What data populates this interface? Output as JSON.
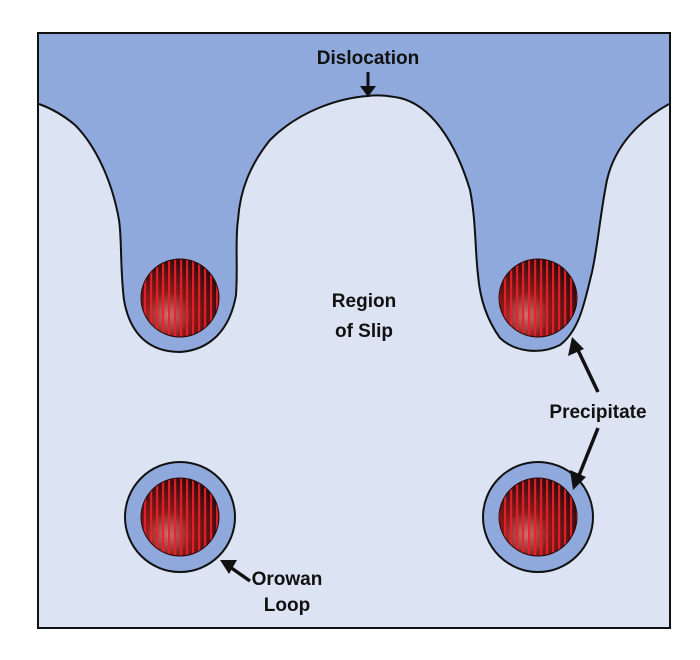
{
  "labels": {
    "dislocation": "Dislocation",
    "region_line1": "Region",
    "region_line2": "of Slip",
    "precipitate": "Precipitate",
    "orowan_line1": "Orowan",
    "orowan_line2": "Loop"
  },
  "colors": {
    "slipped_region": "#dce3f3",
    "unslipped_region": "#8fa9dd",
    "outline": "#111111",
    "precipitate_red": "#e8202a",
    "precipitate_dark": "#1a0606"
  }
}
